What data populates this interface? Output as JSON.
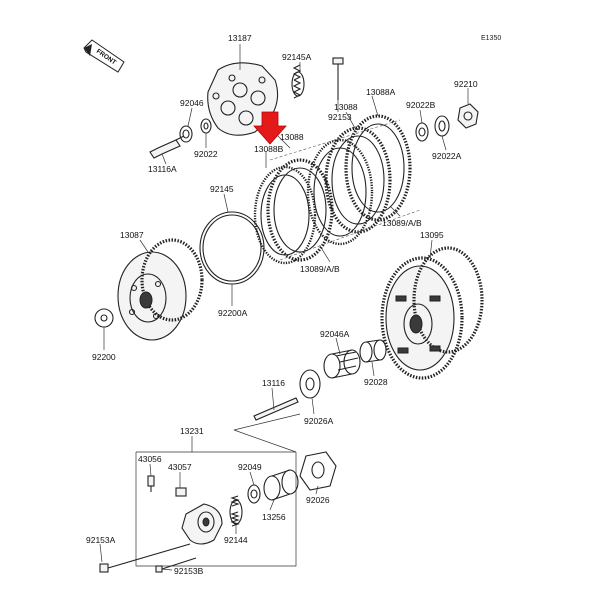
{
  "diagram": {
    "reference_code": "E1350",
    "front_label": "FRONT",
    "arrow_color": "#e41a1a",
    "line_color": "#222222",
    "labels": [
      "13187",
      "92145A",
      "92153",
      "13088A",
      "92210",
      "92046",
      "92022",
      "13116A",
      "13088",
      "13088B",
      "92022B",
      "92022A",
      "92145",
      "13089/A/B",
      "13087",
      "13095",
      "13089/A/B",
      "92200A",
      "92200",
      "92046A",
      "92028",
      "13116",
      "92026A",
      "13231",
      "43056",
      "43057",
      "92049",
      "92026",
      "13256",
      "92144",
      "92153A",
      "92153B"
    ]
  }
}
